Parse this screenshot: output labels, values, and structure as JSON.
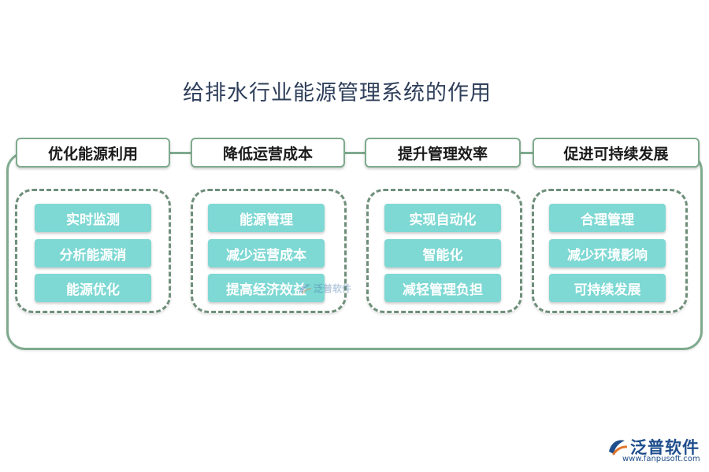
{
  "title": "给排水行业能源管理系统的作用",
  "columns": [
    {
      "header": "优化能源利用",
      "items": [
        "实时监测",
        "分析能源消",
        "能源优化"
      ]
    },
    {
      "header": "降低运营成本",
      "items": [
        "能源管理",
        "减少运营成本",
        "提高经济效益"
      ]
    },
    {
      "header": "提升管理效率",
      "items": [
        "实现自动化",
        "智能化",
        "减轻管理负担"
      ]
    },
    {
      "header": "促进可持续发展",
      "items": [
        "合理管理",
        "减少环境影响",
        "可持续发展"
      ]
    }
  ],
  "watermark": {
    "text": "泛普软件"
  },
  "logo": {
    "text": "泛普软件",
    "url": "www.fanpusoft.com"
  },
  "colors": {
    "frame": "#7faa8e",
    "item_fill": "#7ed8d3",
    "title": "#2f3f5a",
    "logo": "#1f4e8c"
  }
}
